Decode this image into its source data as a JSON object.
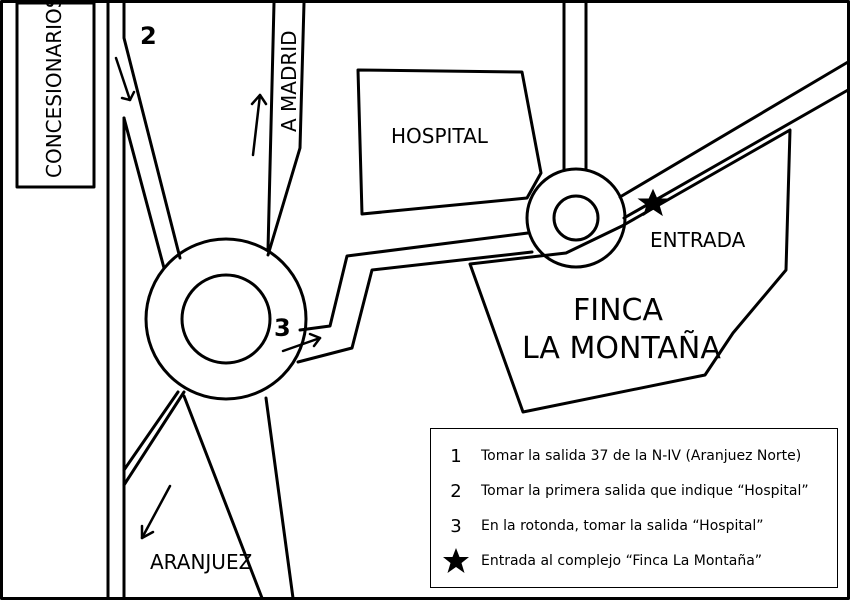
{
  "labels": {
    "concesionarios": "CONCESIONARIOS",
    "a_madrid": "A MADRID",
    "hospital": "HOSPITAL",
    "entrada": "ENTRADA",
    "finca_line1": "FINCA",
    "finca_line2": "LA MONTAÑA",
    "aranjuez": "ARANJUEZ",
    "step2": "2",
    "step3": "3"
  },
  "legend": {
    "items": [
      {
        "key": "1",
        "text": "Tomar la salida 37 de la N-IV (Aranjuez Norte)"
      },
      {
        "key": "2",
        "text": "Tomar la primera salida que indique “Hospital”"
      },
      {
        "key": "3",
        "text": "En la rotonda, tomar la salida “Hospital”"
      },
      {
        "key": "star",
        "text": "Entrada al complejo “Finca La Montaña”"
      }
    ]
  },
  "colors": {
    "ink": "#000000",
    "paper": "#ffffff"
  }
}
